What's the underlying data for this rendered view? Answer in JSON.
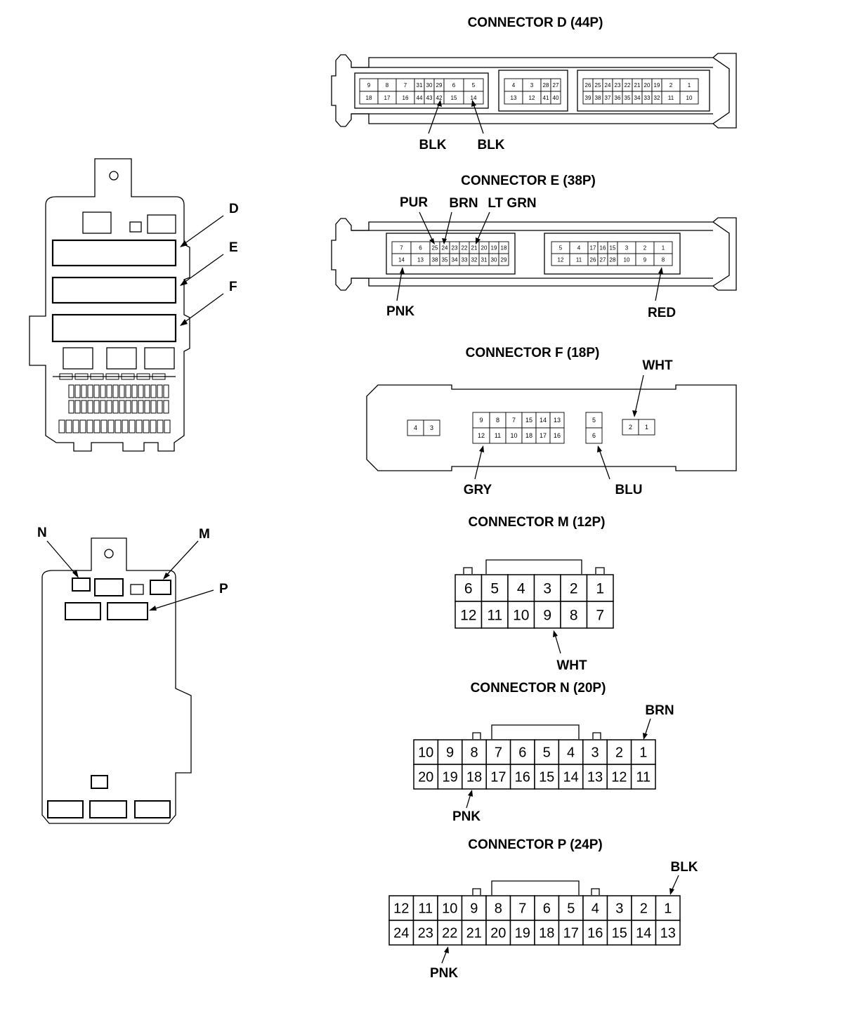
{
  "connectors": [
    {
      "id": "D",
      "title": "CONNECTOR D (44P)",
      "blocks": [
        [
          [
            "9",
            "8",
            "7",
            "31",
            "30",
            "29",
            "6",
            "5"
          ],
          [
            "18",
            "17",
            "16",
            "44",
            "43",
            "42",
            "15",
            "14"
          ]
        ],
        [
          [
            "4",
            "3",
            "28",
            "27"
          ],
          [
            "13",
            "12",
            "41",
            "40"
          ]
        ],
        [
          [
            "26",
            "25",
            "24",
            "23",
            "22",
            "21",
            "20",
            "19",
            "2",
            "1"
          ],
          [
            "39",
            "38",
            "37",
            "36",
            "35",
            "34",
            "33",
            "32",
            "11",
            "10"
          ]
        ]
      ],
      "wires": [
        "BLK",
        "BLK"
      ]
    },
    {
      "id": "E",
      "title": "CONNECTOR E (38P)",
      "blocks": [
        [
          [
            "7",
            "6",
            "25",
            "24",
            "23",
            "22",
            "21",
            "20",
            "19",
            "18"
          ],
          [
            "14",
            "13",
            "38",
            "35",
            "34",
            "33",
            "32",
            "31",
            "30",
            "29"
          ]
        ],
        [
          [
            "5",
            "4",
            "17",
            "16",
            "15",
            "3",
            "2",
            "1"
          ],
          [
            "12",
            "11",
            "26",
            "27",
            "28",
            "10",
            "9",
            "8"
          ]
        ]
      ],
      "wires": [
        "PUR",
        "BRN",
        "LT GRN",
        "PNK",
        "RED"
      ]
    },
    {
      "id": "F",
      "title": "CONNECTOR F (18P)",
      "blocks": [
        [
          [
            "4",
            "3"
          ]
        ],
        [
          [
            "9",
            "8",
            "7",
            "15",
            "14",
            "13"
          ],
          [
            "12",
            "11",
            "10",
            "18",
            "17",
            "16"
          ]
        ],
        [
          [
            "5"
          ],
          [
            "6"
          ]
        ],
        [
          [
            "2",
            "1"
          ]
        ]
      ],
      "wires": [
        "WHT",
        "GRY",
        "BLU"
      ]
    },
    {
      "id": "M",
      "title": "CONNECTOR M (12P)",
      "rows": [
        [
          "6",
          "5",
          "4",
          "3",
          "2",
          "1"
        ],
        [
          "12",
          "11",
          "10",
          "9",
          "8",
          "7"
        ]
      ],
      "wires": [
        "WHT"
      ]
    },
    {
      "id": "N",
      "title": "CONNECTOR N (20P)",
      "rows": [
        [
          "10",
          "9",
          "8",
          "7",
          "6",
          "5",
          "4",
          "3",
          "2",
          "1"
        ],
        [
          "20",
          "19",
          "18",
          "17",
          "16",
          "15",
          "14",
          "13",
          "12",
          "11"
        ]
      ],
      "wires": [
        "BRN",
        "PNK"
      ]
    },
    {
      "id": "P",
      "title": "CONNECTOR P (24P)",
      "rows": [
        [
          "12",
          "11",
          "10",
          "9",
          "8",
          "7",
          "6",
          "5",
          "4",
          "3",
          "2",
          "1"
        ],
        [
          "24",
          "23",
          "22",
          "21",
          "20",
          "19",
          "18",
          "17",
          "16",
          "15",
          "14",
          "13"
        ]
      ],
      "wires": [
        "BLK",
        "PNK"
      ]
    }
  ],
  "unit_labels": {
    "upper": [
      "D",
      "E",
      "F"
    ],
    "lower": [
      "N",
      "M",
      "P"
    ]
  }
}
